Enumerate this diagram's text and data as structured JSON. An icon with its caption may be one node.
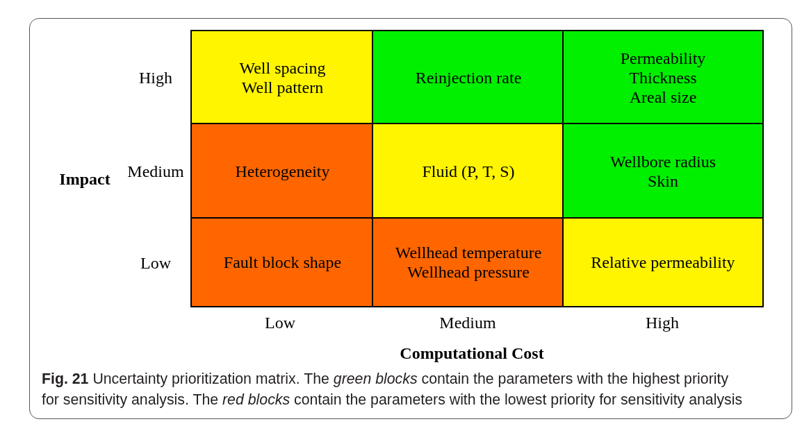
{
  "diagram": {
    "caption": "**Fig. 21** Uncertainty prioritization matrix. The *green blocks* contain the parameters with the highest priority for sensitivity analysis. The *red blocks* contain the parameters with the lowest priority for sensitivity analysis",
    "nodes": [
      {
        "text": [
          "Well spacing",
          "Well pattern"
        ]
      },
      {
        "text": [
          "Reinjection rate"
        ]
      },
      {
        "text": [
          "Permeability",
          "Thickness",
          "Areal size"
        ]
      },
      {
        "text": [
          "Heterogeneity"
        ]
      },
      {
        "text": [
          "Fluid (P, T, S)"
        ]
      },
      {
        "text": [
          "Wellbore radius",
          "Skin"
        ]
      },
      {
        "text": [
          "Fault block shape"
        ]
      },
      {
        "text": [
          "Wellhead temperature",
          "Wellhead pressure"
        ]
      },
      {
        "text": [
          "Relative permeability"
        ]
      }
    ],
    "labels": [
      "High",
      "Impact",
      "Medium",
      "Low",
      "Low",
      "Medium",
      "High",
      "Computational Cost"
    ]
  }
}
